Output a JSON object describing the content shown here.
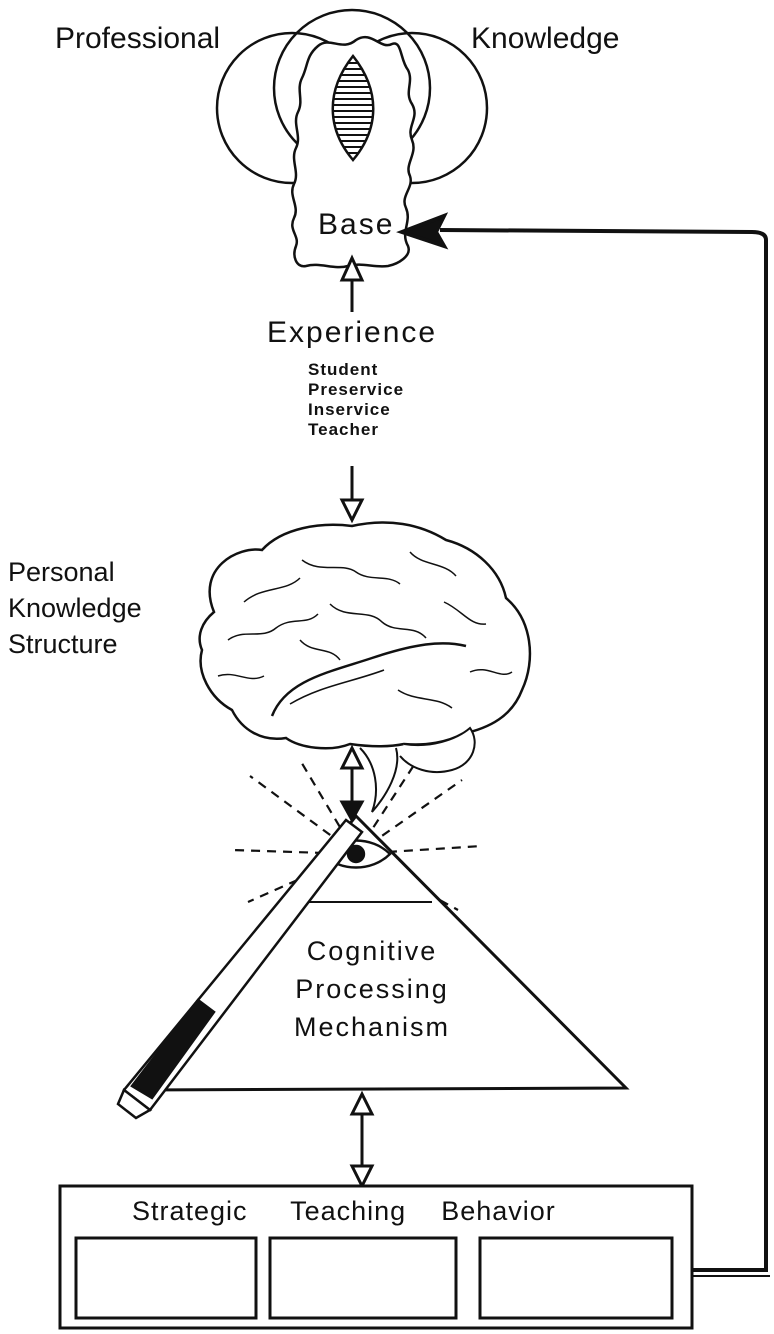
{
  "top": {
    "professional": "Professional",
    "knowledge": "Knowledge",
    "base": "Base"
  },
  "experience": {
    "title": "Experience",
    "items": [
      "Student",
      "Preservice",
      "Inservice",
      "Teacher"
    ]
  },
  "personal": {
    "lines": [
      "Personal",
      "Knowledge",
      "Structure"
    ]
  },
  "cognitive": {
    "lines": [
      "Cognitive",
      "Processing",
      "Mechanism"
    ]
  },
  "behavior": {
    "title_words": [
      "Strategic",
      "Teaching",
      "Behavior"
    ]
  },
  "colors": {
    "ink": "#111111",
    "paper": "#ffffff"
  },
  "icons": [
    "brain-icon",
    "eye-icon",
    "pencil-icon"
  ]
}
